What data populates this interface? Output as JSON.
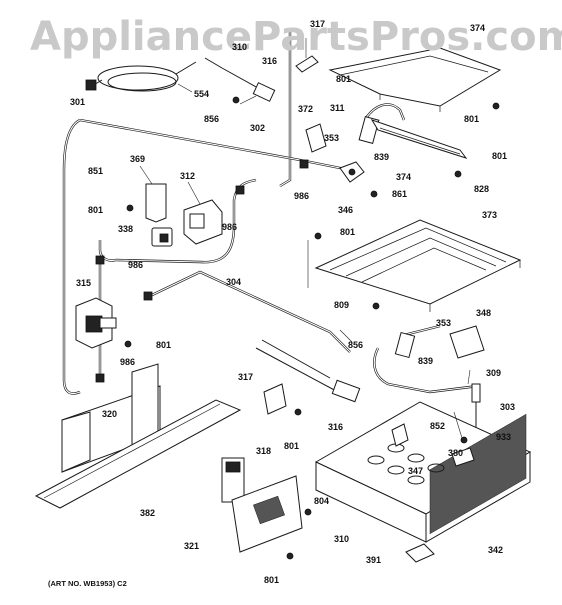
{
  "watermark": "AppliancePartsPros.com",
  "art_number": "(ART NO. WB1953) C2",
  "callouts": {
    "c317a": "317",
    "c374a": "374",
    "c310a": "310",
    "c316a": "316",
    "c801a": "801",
    "c554": "554",
    "c856a": "856",
    "c301": "301",
    "c302": "302",
    "c372": "372",
    "c311": "311",
    "c353a": "353",
    "c839a": "839",
    "c801b": "801",
    "c374b": "374",
    "c801c": "801",
    "c828": "828",
    "c369": "369",
    "c851": "851",
    "c312": "312",
    "c801d": "801",
    "c986a": "986",
    "c346": "346",
    "c861": "861",
    "c986b": "986",
    "c338": "338",
    "c373": "373",
    "c801e": "801",
    "c986c": "986",
    "c304": "304",
    "c315": "315",
    "c809": "809",
    "c353b": "353",
    "c348": "348",
    "c801f": "801",
    "c856b": "856",
    "c839b": "839",
    "c986d": "986",
    "c309": "309",
    "c317b": "317",
    "c303": "303",
    "c320": "320",
    "c852": "852",
    "c933": "933",
    "c316b": "316",
    "c801g": "801",
    "c318": "318",
    "c347": "347",
    "c380": "380",
    "c382": "382",
    "c804": "804",
    "c342": "342",
    "c321": "321",
    "c310b": "310",
    "c391": "391",
    "c801h": "801"
  }
}
